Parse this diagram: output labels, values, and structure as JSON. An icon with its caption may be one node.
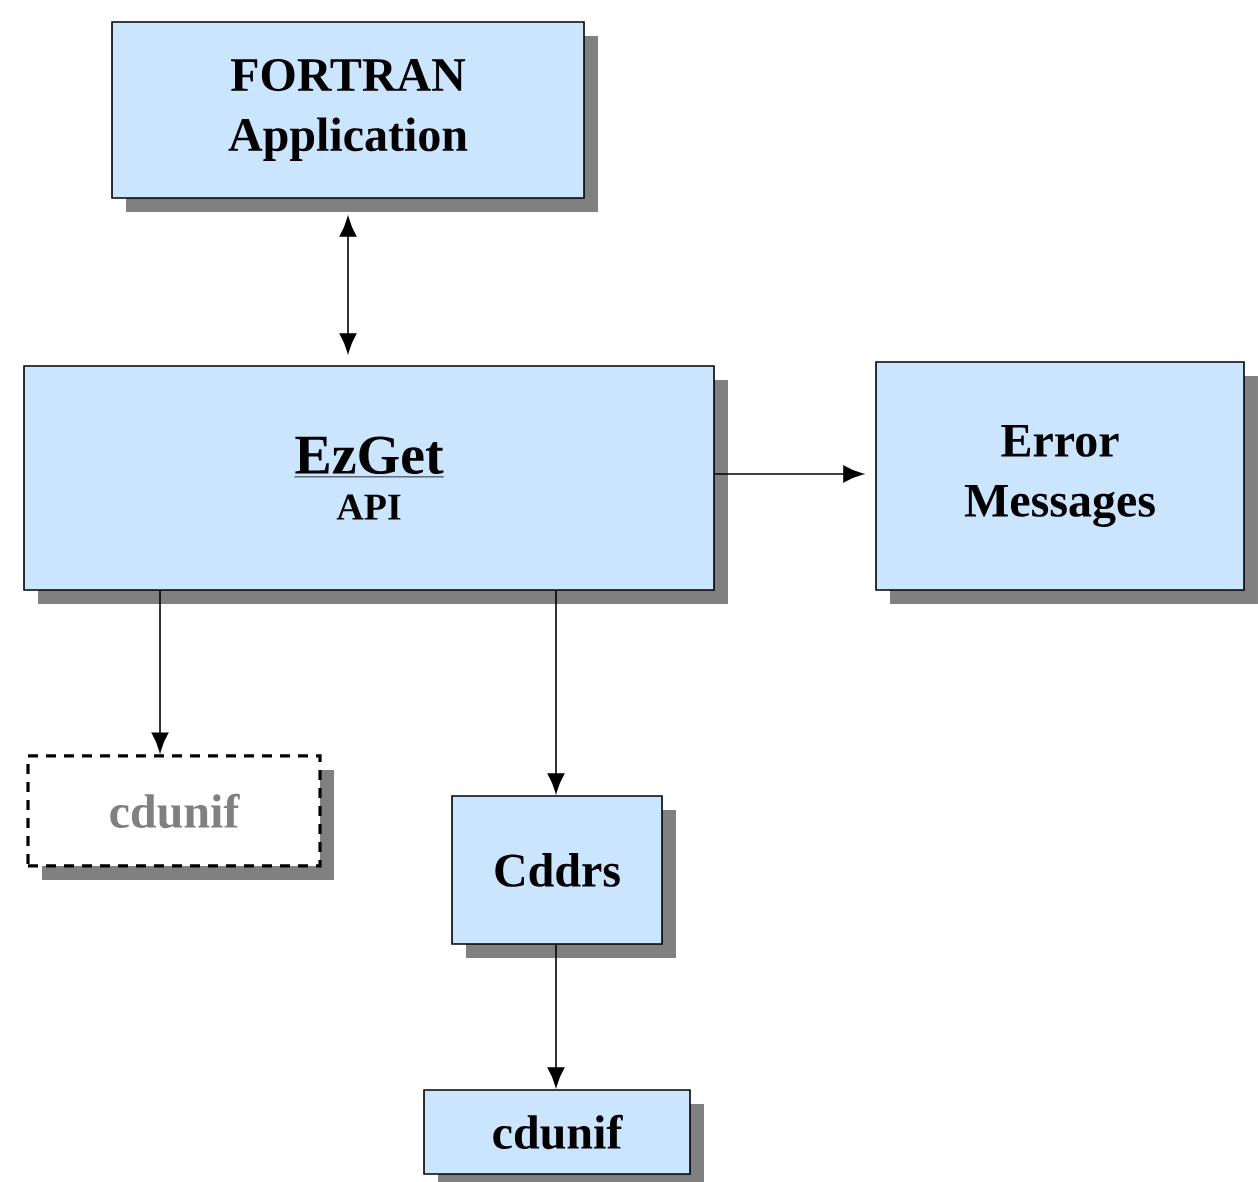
{
  "diagram": {
    "nodes": [
      {
        "text": [
          "FORTRAN Application"
        ]
      },
      {
        "text": [
          "EzGet",
          "API"
        ]
      },
      {
        "text": [
          "Error Messages"
        ]
      },
      {
        "text": [
          "cdunif"
        ]
      },
      {
        "text": [
          "Cddrs"
        ]
      },
      {
        "text": [
          "cdunif"
        ]
      }
    ],
    "edges": [
      {
        "from": 0,
        "to": 1,
        "arrow": "both"
      },
      {
        "from": 1,
        "to": 2,
        "arrow": "to"
      },
      {
        "from": 1,
        "to": 3,
        "arrow": "to"
      },
      {
        "from": 1,
        "to": 4,
        "arrow": "to"
      },
      {
        "from": 4,
        "to": 5,
        "arrow": "to"
      }
    ]
  }
}
